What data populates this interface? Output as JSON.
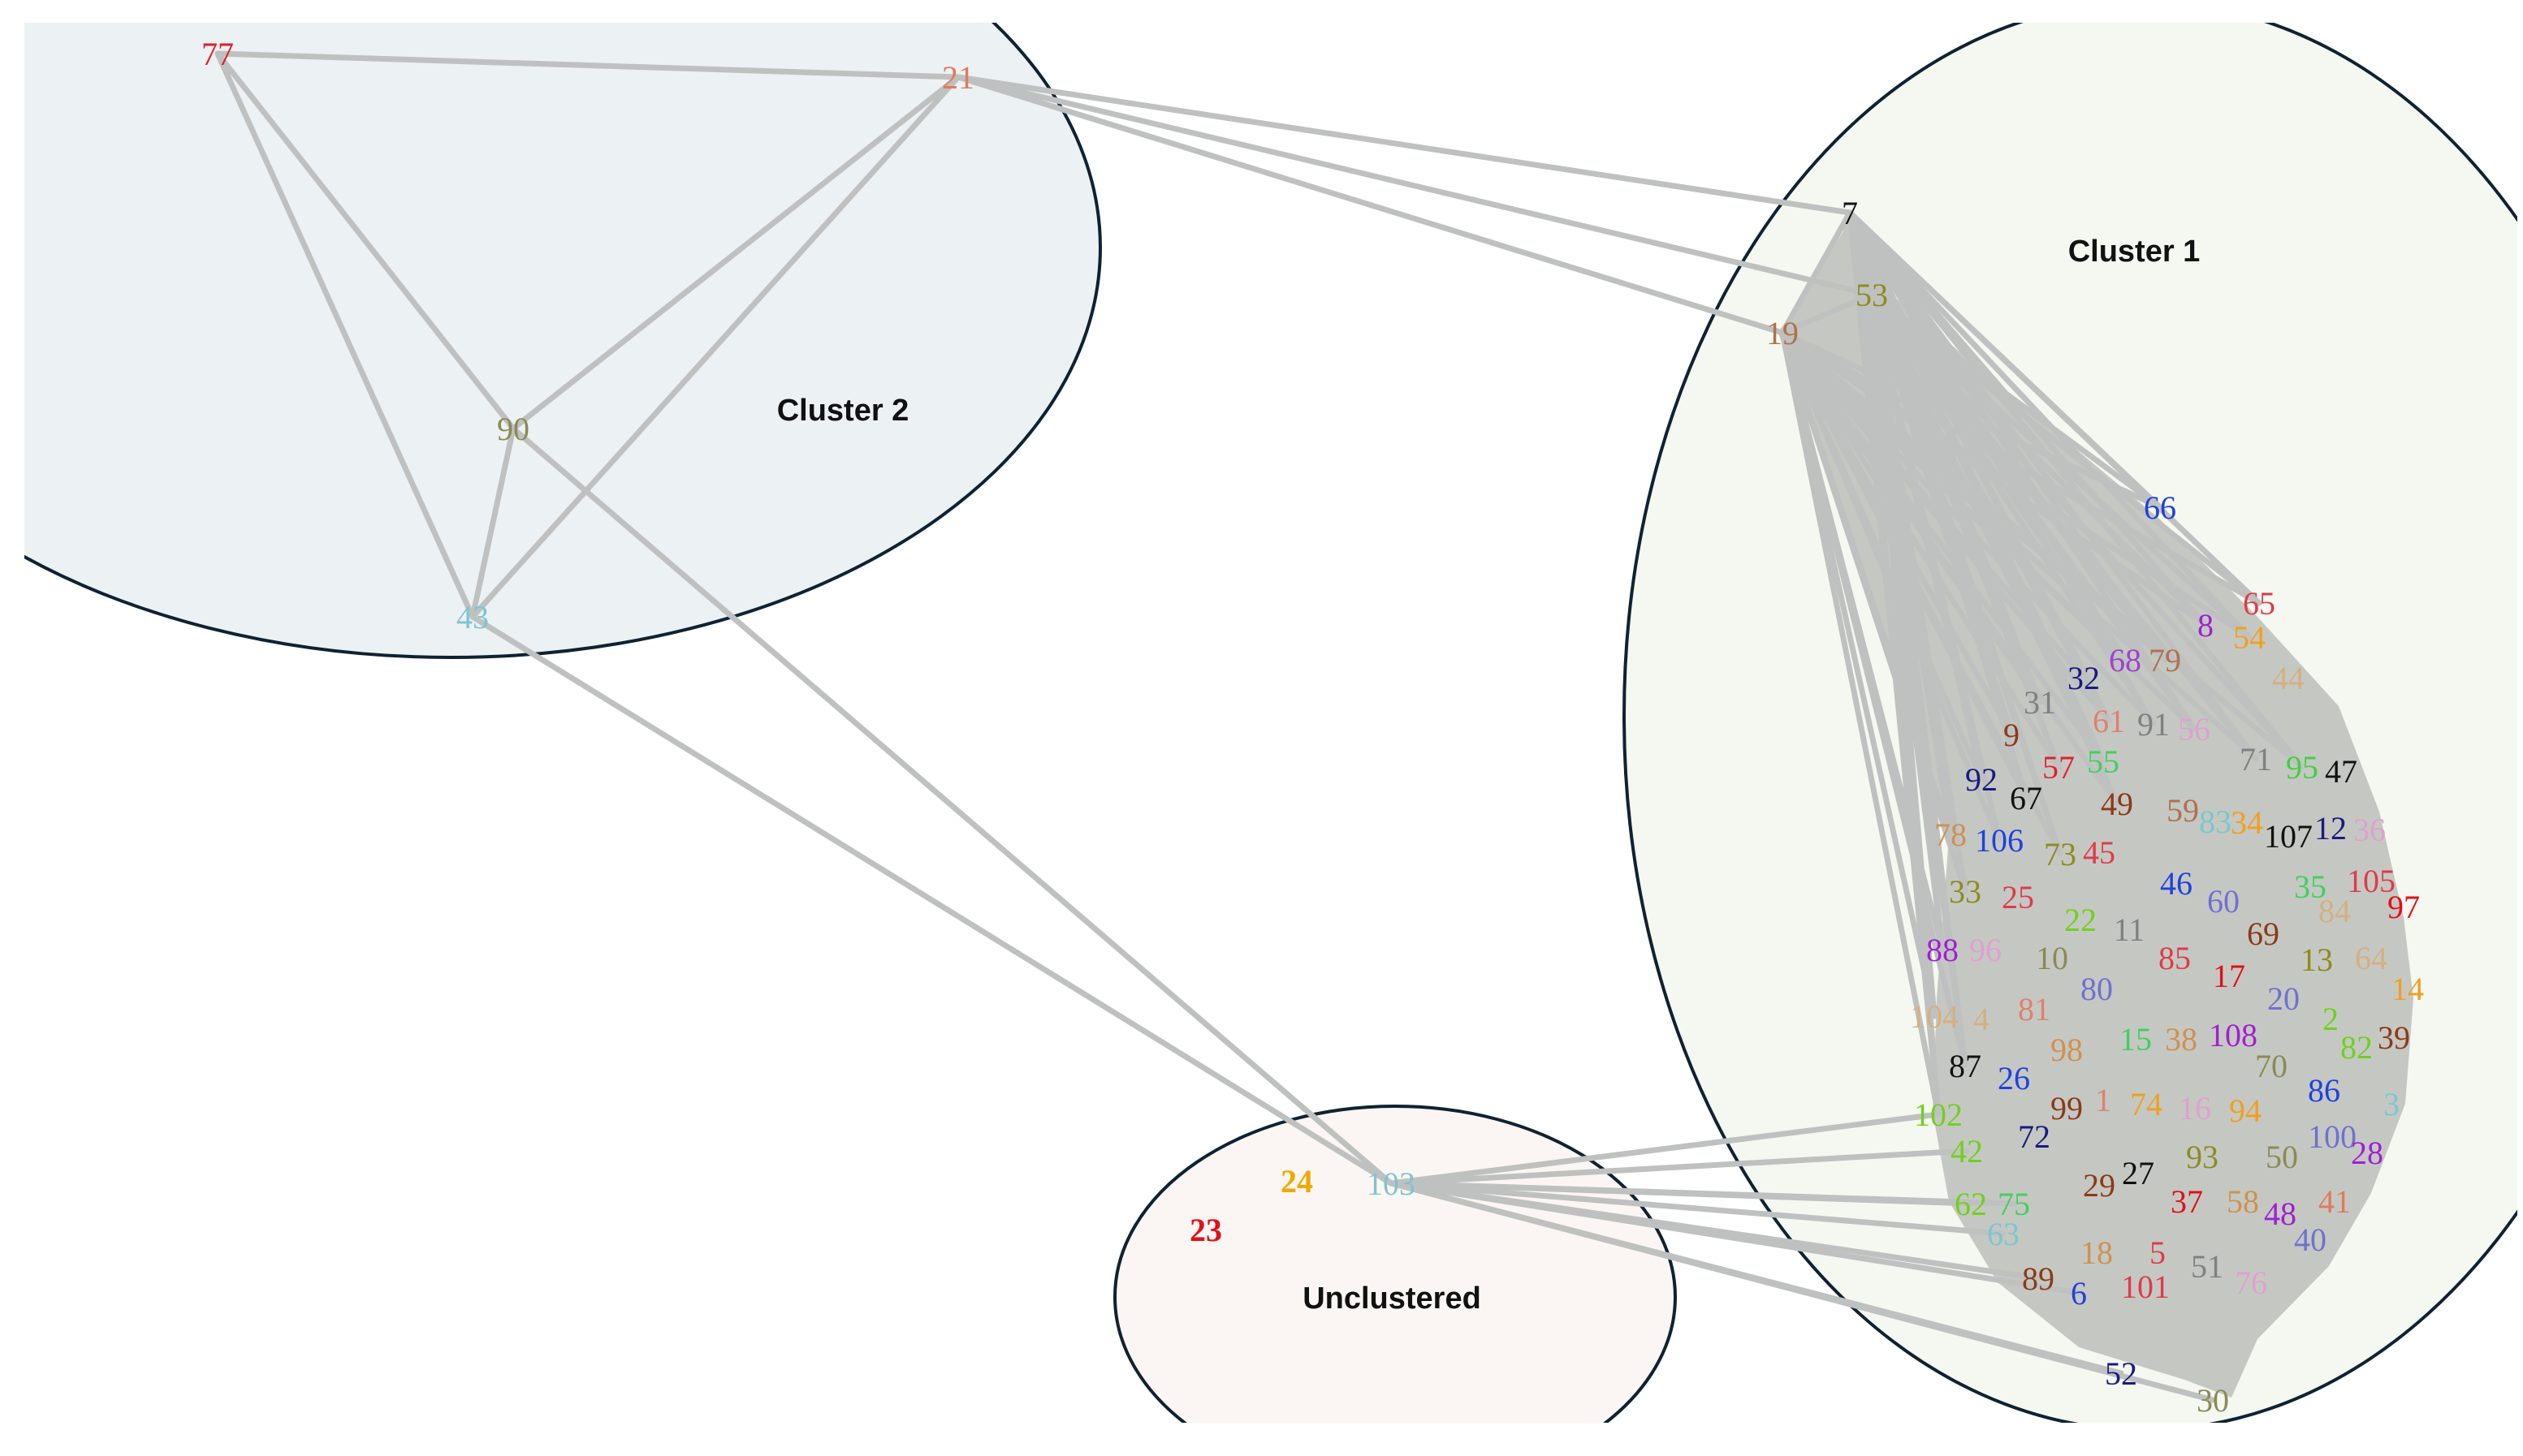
{
  "clusters": [
    {
      "id": "c1",
      "label": "Cluster 1",
      "fill": "#f4f8f1"
    },
    {
      "id": "c2",
      "label": "Cluster 2",
      "fill": "#ecf1f4"
    },
    {
      "id": "cu",
      "label": "Unclustered",
      "fill": "#fbf6f3"
    }
  ],
  "colors": {
    "edge": "#bfc1c0",
    "hull": "#c5c8c2",
    "ellipse_stroke": "#0f2233",
    "background": "#ffffff"
  },
  "nodes": [
    {
      "id": "77",
      "color": "#e0202a"
    },
    {
      "id": "21",
      "color": "#e07a5c"
    },
    {
      "id": "90",
      "color": "#8a8a55"
    },
    {
      "id": "43",
      "color": "#7ec5cf"
    },
    {
      "id": "7",
      "color": "#111111"
    },
    {
      "id": "53",
      "color": "#8c8c20"
    },
    {
      "id": "19",
      "color": "#b0704a"
    },
    {
      "id": "24",
      "color": "#f0a800",
      "bold": true
    },
    {
      "id": "23",
      "color": "#e0101a",
      "bold": true
    },
    {
      "id": "103",
      "color": "#7ec5cf"
    },
    {
      "id": "66",
      "color": "#2040e0"
    },
    {
      "id": "65",
      "color": "#e03a4a"
    },
    {
      "id": "8",
      "color": "#a020d0"
    },
    {
      "id": "54",
      "color": "#f0a020"
    },
    {
      "id": "32",
      "color": "#1a1a80"
    },
    {
      "id": "68",
      "color": "#a040d0"
    },
    {
      "id": "79",
      "color": "#b07050"
    },
    {
      "id": "44",
      "color": "#d4b080"
    },
    {
      "id": "31",
      "color": "#808080"
    },
    {
      "id": "9",
      "color": "#8b3a1a"
    },
    {
      "id": "61",
      "color": "#e08070"
    },
    {
      "id": "91",
      "color": "#808080"
    },
    {
      "id": "56",
      "color": "#e0a0d0"
    },
    {
      "id": "71",
      "color": "#808080"
    },
    {
      "id": "95",
      "color": "#40d040"
    },
    {
      "id": "47",
      "color": "#111111"
    },
    {
      "id": "57",
      "color": "#e02030"
    },
    {
      "id": "55",
      "color": "#40d060"
    },
    {
      "id": "92",
      "color": "#1a1a80"
    },
    {
      "id": "67",
      "color": "#111111"
    },
    {
      "id": "49",
      "color": "#8b3a1a"
    },
    {
      "id": "59",
      "color": "#b07050"
    },
    {
      "id": "83",
      "color": "#7ec5cf"
    },
    {
      "id": "34",
      "color": "#f0a020"
    },
    {
      "id": "107",
      "color": "#111111"
    },
    {
      "id": "12",
      "color": "#1a1a80"
    },
    {
      "id": "36",
      "color": "#e0a0d0"
    },
    {
      "id": "78",
      "color": "#d09050"
    },
    {
      "id": "106",
      "color": "#2040e0"
    },
    {
      "id": "73",
      "color": "#8c8c20"
    },
    {
      "id": "45",
      "color": "#e03a4a"
    },
    {
      "id": "46",
      "color": "#2040e0"
    },
    {
      "id": "60",
      "color": "#7070d0"
    },
    {
      "id": "35",
      "color": "#40d060"
    },
    {
      "id": "105",
      "color": "#e03a4a"
    },
    {
      "id": "97",
      "color": "#e0101a"
    },
    {
      "id": "33",
      "color": "#8c8c20"
    },
    {
      "id": "25",
      "color": "#e03a4a"
    },
    {
      "id": "22",
      "color": "#70d020"
    },
    {
      "id": "11",
      "color": "#808080"
    },
    {
      "id": "69",
      "color": "#8b3a1a"
    },
    {
      "id": "84",
      "color": "#d4b080"
    },
    {
      "id": "88",
      "color": "#a020d0"
    },
    {
      "id": "96",
      "color": "#e0a0d0"
    },
    {
      "id": "10",
      "color": "#8a8a55"
    },
    {
      "id": "85",
      "color": "#e03a4a"
    },
    {
      "id": "17",
      "color": "#e0101a"
    },
    {
      "id": "13",
      "color": "#8c8c20"
    },
    {
      "id": "64",
      "color": "#d4b080"
    },
    {
      "id": "14",
      "color": "#f0a020"
    },
    {
      "id": "80",
      "color": "#7070d0"
    },
    {
      "id": "20",
      "color": "#7070d0"
    },
    {
      "id": "104",
      "color": "#d4b080"
    },
    {
      "id": "4",
      "color": "#d4b080"
    },
    {
      "id": "81",
      "color": "#e08070"
    },
    {
      "id": "15",
      "color": "#40d060"
    },
    {
      "id": "38",
      "color": "#d09050"
    },
    {
      "id": "108",
      "color": "#a020d0"
    },
    {
      "id": "2",
      "color": "#70d020"
    },
    {
      "id": "82",
      "color": "#70d020"
    },
    {
      "id": "39",
      "color": "#8b3a1a"
    },
    {
      "id": "87",
      "color": "#111111"
    },
    {
      "id": "26",
      "color": "#2040e0"
    },
    {
      "id": "98",
      "color": "#d09050"
    },
    {
      "id": "70",
      "color": "#8a8a55"
    },
    {
      "id": "86",
      "color": "#2040e0"
    },
    {
      "id": "102",
      "color": "#70d020"
    },
    {
      "id": "99",
      "color": "#8b3a1a"
    },
    {
      "id": "1",
      "color": "#e08070"
    },
    {
      "id": "74",
      "color": "#f0a020"
    },
    {
      "id": "16",
      "color": "#e0a0d0"
    },
    {
      "id": "94",
      "color": "#f0a020"
    },
    {
      "id": "3",
      "color": "#7ec5cf"
    },
    {
      "id": "42",
      "color": "#70d020"
    },
    {
      "id": "72",
      "color": "#1a1a80"
    },
    {
      "id": "93",
      "color": "#8c8c20"
    },
    {
      "id": "50",
      "color": "#8a8a55"
    },
    {
      "id": "100",
      "color": "#7070d0"
    },
    {
      "id": "28",
      "color": "#a020d0"
    },
    {
      "id": "29",
      "color": "#8b3a1a"
    },
    {
      "id": "27",
      "color": "#111111"
    },
    {
      "id": "62",
      "color": "#70d020"
    },
    {
      "id": "75",
      "color": "#40d060"
    },
    {
      "id": "37",
      "color": "#e0101a"
    },
    {
      "id": "58",
      "color": "#d09050"
    },
    {
      "id": "48",
      "color": "#a020d0"
    },
    {
      "id": "41",
      "color": "#e07a5c"
    },
    {
      "id": "63",
      "color": "#7ec5cf"
    },
    {
      "id": "18",
      "color": "#d09050"
    },
    {
      "id": "5",
      "color": "#e03a4a"
    },
    {
      "id": "51",
      "color": "#808080"
    },
    {
      "id": "76",
      "color": "#e0a0d0"
    },
    {
      "id": "40",
      "color": "#7070d0"
    },
    {
      "id": "89",
      "color": "#8b3a1a"
    },
    {
      "id": "6",
      "color": "#2040e0"
    },
    {
      "id": "101",
      "color": "#e03a4a"
    },
    {
      "id": "52",
      "color": "#1a1a80"
    },
    {
      "id": "30",
      "color": "#8a8a55"
    }
  ],
  "edges": [
    [
      "77",
      "21"
    ],
    [
      "77",
      "90"
    ],
    [
      "77",
      "43"
    ],
    [
      "21",
      "90"
    ],
    [
      "21",
      "43"
    ],
    [
      "90",
      "43"
    ],
    [
      "21",
      "7"
    ],
    [
      "21",
      "53"
    ],
    [
      "21",
      "19"
    ],
    [
      "90",
      "103"
    ],
    [
      "43",
      "103"
    ],
    [
      "7",
      "53"
    ],
    [
      "7",
      "19"
    ],
    [
      "53",
      "19"
    ],
    [
      "103",
      "102"
    ],
    [
      "103",
      "42"
    ],
    [
      "103",
      "62"
    ],
    [
      "103",
      "75"
    ],
    [
      "103",
      "63"
    ],
    [
      "103",
      "89"
    ],
    [
      "103",
      "6"
    ],
    [
      "103",
      "52"
    ],
    [
      "103",
      "30"
    ]
  ]
}
